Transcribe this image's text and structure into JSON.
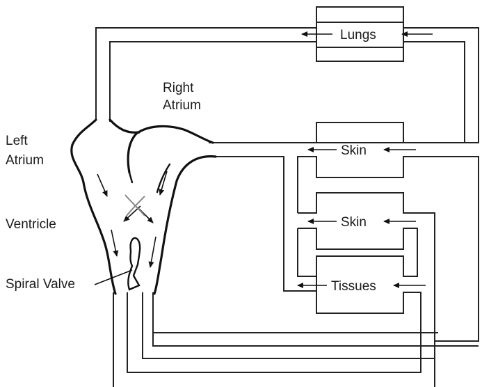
{
  "labels": {
    "lungs": "Lungs",
    "right_atrium_line1": "Right",
    "right_atrium_line2": "Atrium",
    "left_atrium_line1": "Left",
    "left_atrium_line2": "Atrium",
    "skin_upper": "Skin",
    "ventricle": "Ventricle",
    "skin_lower": "Skin",
    "spiral_valve": "Spiral Valve",
    "tissues": "Tissues"
  },
  "colors": {
    "line": "#222222",
    "background": "#ffffff",
    "mixing_arrows": "#888888"
  }
}
